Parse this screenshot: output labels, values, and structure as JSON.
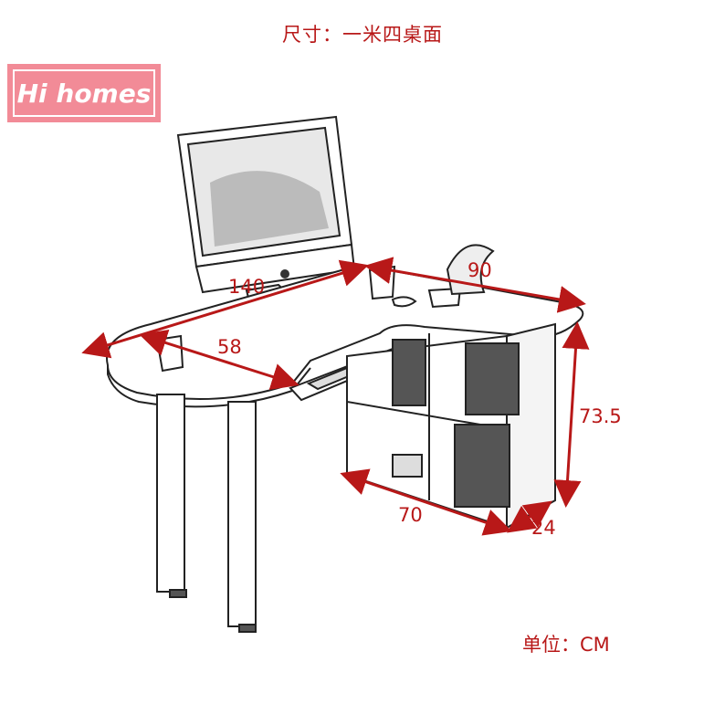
{
  "title": "尺寸：一米四桌面",
  "logo": {
    "text": "Hi homes",
    "color": "#f28b97"
  },
  "dimensions": {
    "width": "140",
    "depth": "58",
    "right_width": "90",
    "height": "73.5",
    "cabinet_width": "70",
    "cabinet_depth": "24"
  },
  "unit_label": "单位：CM",
  "colors": {
    "annotation": "#b81818",
    "line": "#222222",
    "accent": "#f28b97"
  }
}
